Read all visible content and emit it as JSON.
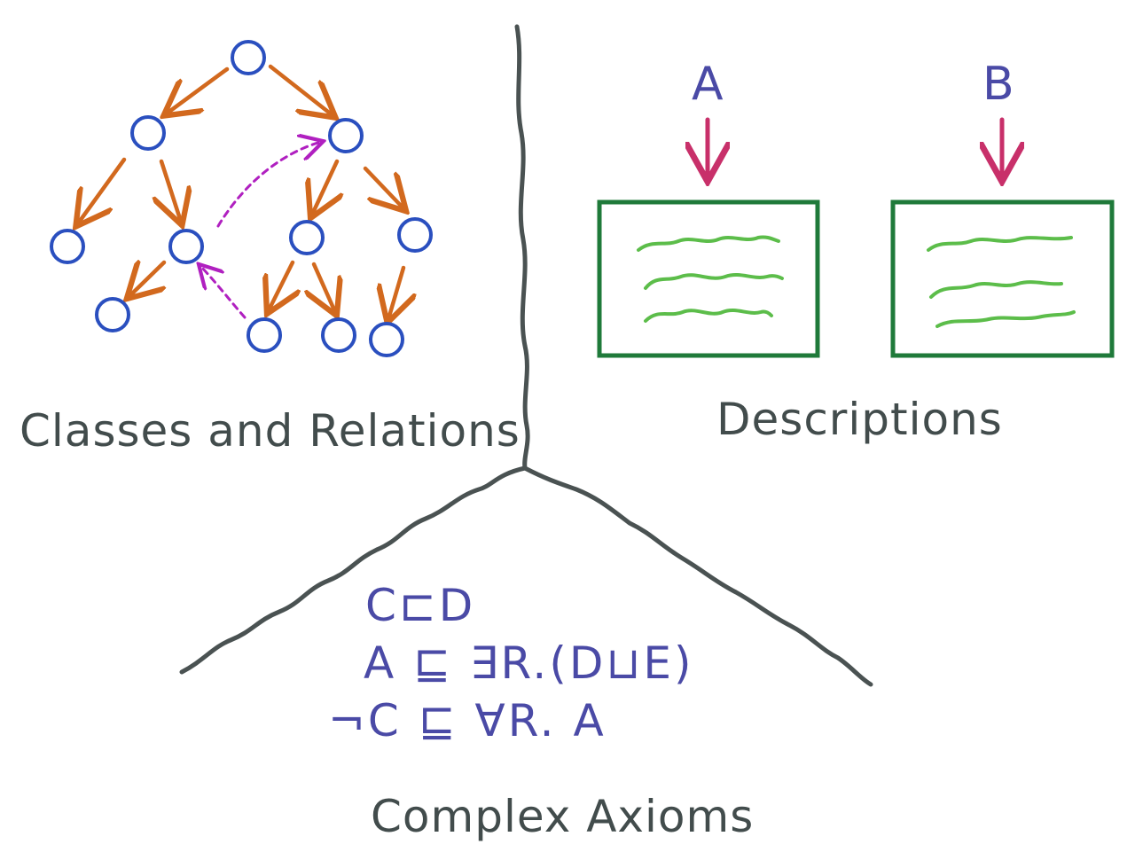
{
  "sections": {
    "classes": {
      "label": "Classes and Relations"
    },
    "descriptions": {
      "label": "Descriptions",
      "boxes": [
        {
          "letter": "A"
        },
        {
          "letter": "B"
        }
      ]
    },
    "axioms": {
      "label": "Complex Axioms",
      "lines": [
        "C⊏D",
        "A ⊑ ∃R.(D⊔E)",
        "¬C ⊑ ∀R. A"
      ]
    }
  },
  "colors": {
    "divider": "#4a5252",
    "node": "#2a4fbf",
    "edge": "#d2691e",
    "dashed_edge": "#b020c0",
    "arrow_pink": "#c8306a",
    "box": "#1f7a3a",
    "scribble": "#5cbd4a",
    "axiom_text": "#4a4aa6",
    "label_text": "#424c4c"
  }
}
